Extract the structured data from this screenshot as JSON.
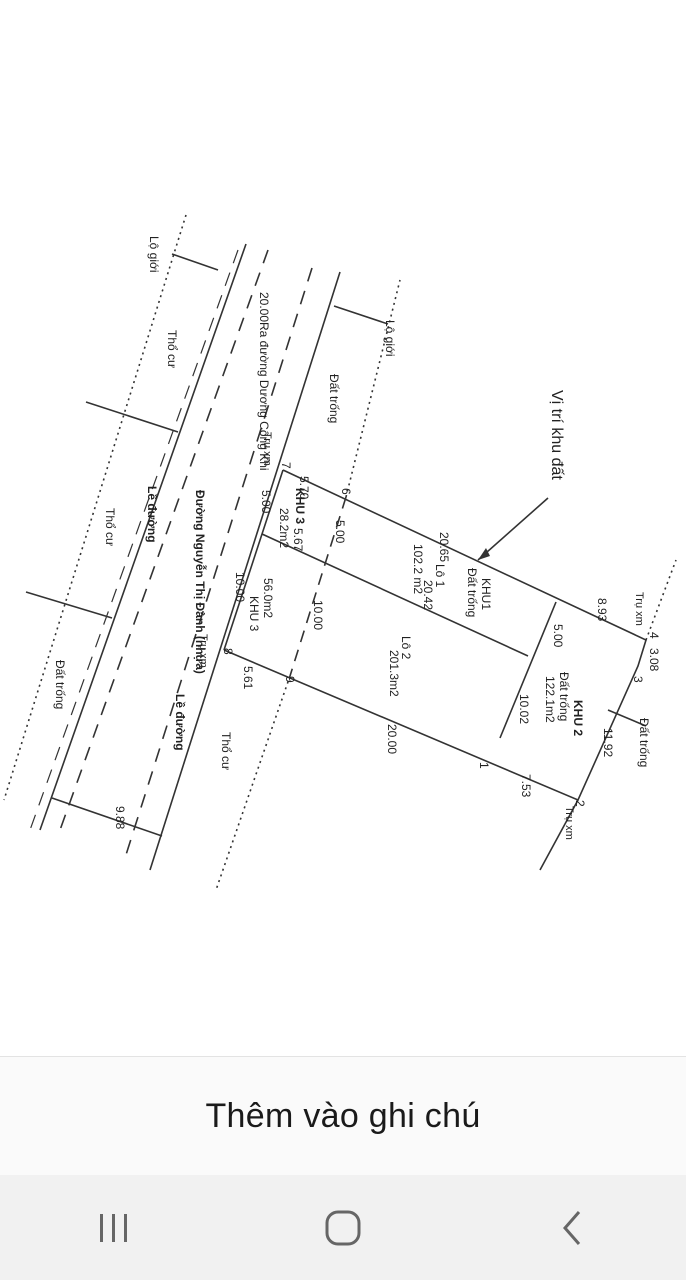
{
  "plan": {
    "road_width_top": "20.00",
    "road_name_top": "Ra đường Dương Công Khi",
    "road_name_main": "Đường Nguyễn Thị Đành (nhựa)",
    "lo_gioi_left": "Lộ giới",
    "lo_gioi_right": "Lộ giới",
    "tho_cu_1": "Thổ cư",
    "tho_cu_2": "Thổ cư",
    "tho_cu_3": "Thổ cư",
    "dat_trong_1": "Đất trống",
    "dat_trong_2": "Đất trống",
    "dat_trong_3": "Đất trống",
    "le_duong_1": "Lề đường",
    "le_duong_2": "Lề đường",
    "tru_xm_7": "Trụ xm",
    "tru_xm_8": "Trụ xm",
    "tru_xm_4": "Trụ xm",
    "tru_xm_2": "Trụ xm",
    "pt_7": "7",
    "pt_6": "6",
    "pt_8": "8",
    "pt_9": "9",
    "pt_4": "4",
    "pt_3": "3",
    "pt_2": "2",
    "pt_1": "1",
    "d_570": "5.70",
    "d_2065": "20.65",
    "d_893": "8.93",
    "d_308": "3.08",
    "d_1192": "11.92",
    "d_753": "7.53",
    "d_2000": "20.00",
    "d_561": "5.61",
    "d_1000a": "10.00",
    "d_500a": "5.00",
    "d_500b": "5.00",
    "d_567": "5.67",
    "d_2042": "20.42",
    "d_1000b": "10.00",
    "d_500c": "5.00",
    "d_1002": "10.02",
    "d_988": "9.88",
    "khu3_top": "KHU 3",
    "khu3_top_area": "28.2m2",
    "khu3_bot": "KHU 3",
    "khu3_bot_area": "56.0m2",
    "lo1": "Lô 1",
    "lo1_area": "102.2 m2",
    "khu1": "KHU1",
    "khu1_sub": "Đất trống",
    "lo2": "Lô 2",
    "lo2_area": "201.3m2",
    "khu2": "KHU 2",
    "khu2_sub": "Đất trống",
    "khu2_area": "122.1m2",
    "location_label": "Vị trí khu đất"
  },
  "add_note_label": "Thêm vào ghi chú",
  "nav": {
    "recents_icon": "recent-apps-icon",
    "home_icon": "home-icon",
    "back_icon": "back-icon"
  }
}
